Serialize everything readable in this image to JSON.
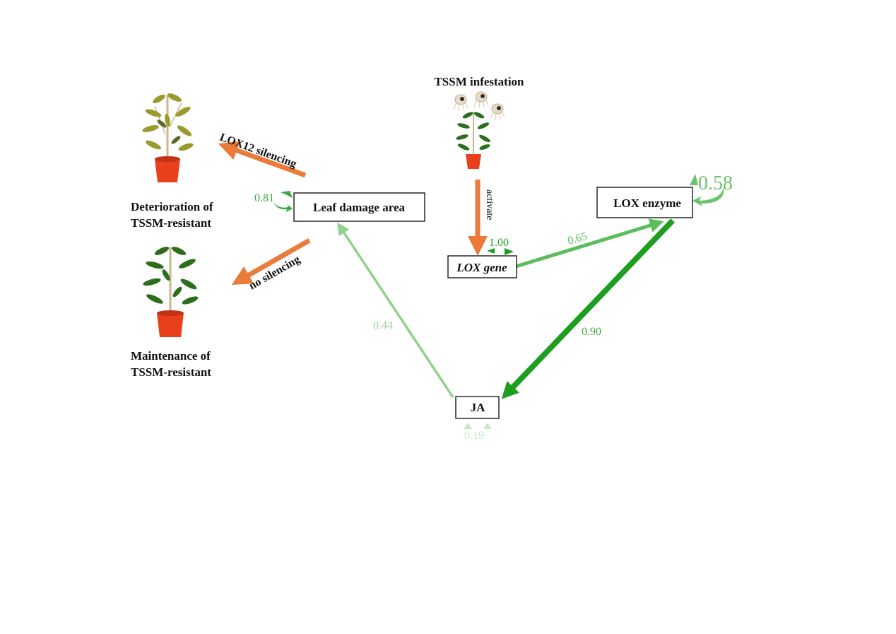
{
  "colors": {
    "orange": "#ea7b3a",
    "green_strong": "#1e9e1e",
    "green_medium": "#5cbd5c",
    "green_light": "#8fd18f",
    "green_faint": "#c6e8c6",
    "pot": "#e8401c",
    "leaf_healthy": "#2d6e1e",
    "leaf_yellow": "#9a9a30"
  },
  "nodes": {
    "leaf_damage": "Leaf damage area",
    "lox_gene": "LOX gene",
    "lox_enzyme": "LOX enzyme",
    "ja": "JA"
  },
  "captions": {
    "tssm_infestation": "TSSM infestation",
    "deterioration_line1": "Deterioration of",
    "deterioration_line2": "TSSM-resistant",
    "maintenance_line1": "Maintenance of",
    "maintenance_line2": "TSSM-resistant"
  },
  "edges": {
    "lox12_silencing": "LOX12 silencing",
    "no_silencing": "no silencing",
    "activate": "activate"
  },
  "path_coefficients": {
    "lox_gene_to_lox_enzyme": "0.65",
    "lox_enzyme_to_ja": "0.90",
    "ja_to_leaf_damage": "0.44"
  },
  "r_squared": {
    "leaf_damage": "0.81",
    "lox_gene": "1.00",
    "lox_enzyme": "0.58",
    "ja": "0.19"
  },
  "icons": {
    "healthy_plant": "potted-cassava-plant",
    "yellowed_plant": "potted-wilting-plant",
    "mite": "spider-mite"
  }
}
